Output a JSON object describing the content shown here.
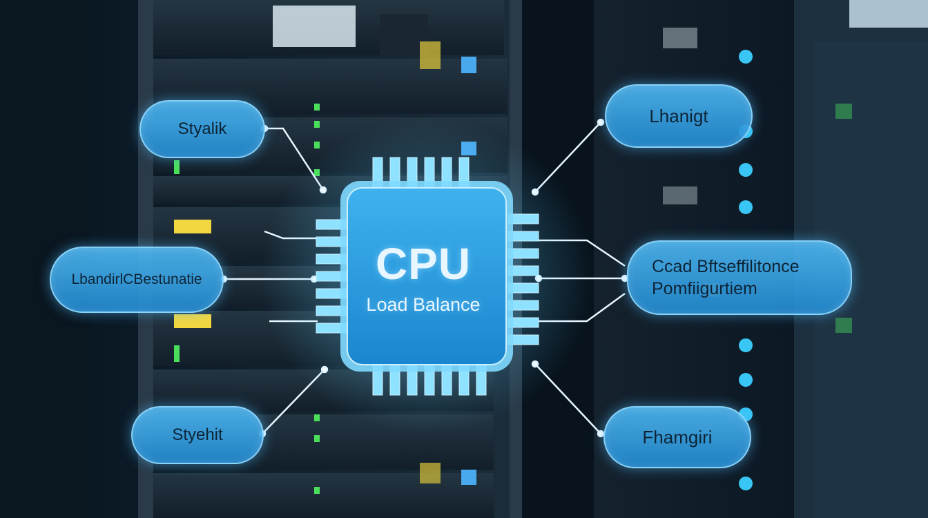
{
  "chip": {
    "title": "CPU",
    "subtitle": "Load Balance"
  },
  "labels": {
    "top_left": "Styalik",
    "top_right": "Lhanigt",
    "middle_left": "LbandirlCBestunatie",
    "middle_right_line1": "Ccad Bftseffilitonce",
    "middle_right_line2": "Pomfiigurtiem",
    "bottom_left": "Styehit",
    "bottom_right": "Fhamgiri"
  },
  "colors": {
    "accent": "#4ab4ee",
    "glow": "#7fd9ff",
    "background": "#07121c"
  }
}
